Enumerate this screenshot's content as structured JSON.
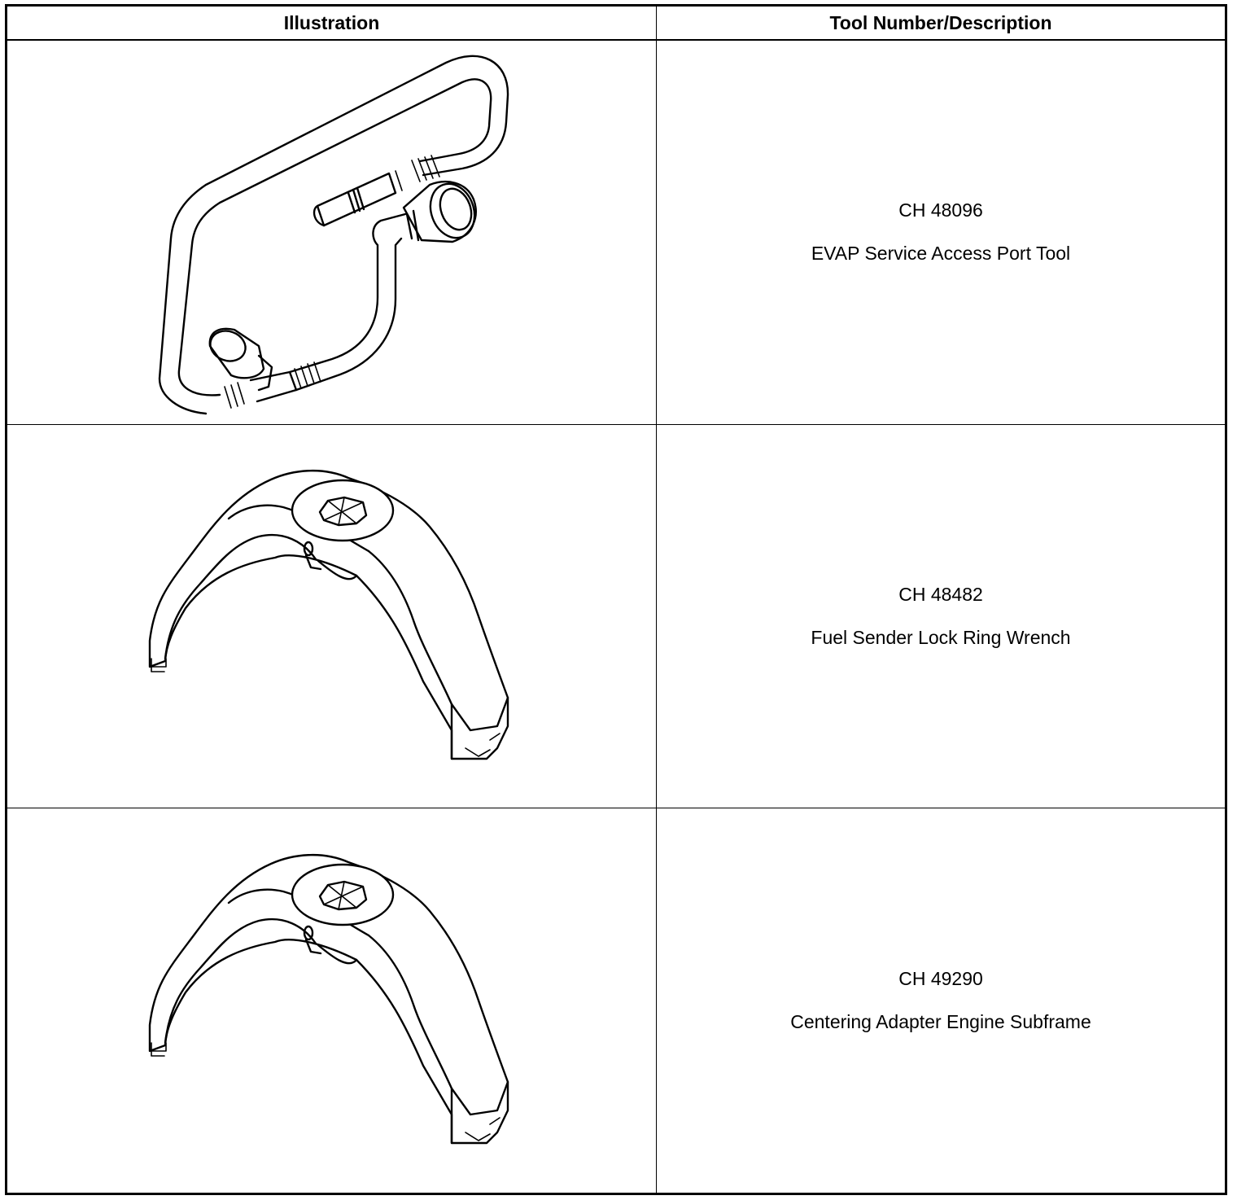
{
  "table": {
    "headers": {
      "illustration": "Illustration",
      "tool": "Tool Number/Description"
    },
    "rows": [
      {
        "tool_number": "CH 48096",
        "description": "EVAP Service Access Port Tool",
        "illustration_icon": "evap-hose-tool-icon"
      },
      {
        "tool_number": "CH 48482",
        "description": "Fuel Sender Lock Ring Wrench",
        "illustration_icon": "lock-ring-wrench-icon"
      },
      {
        "tool_number": "CH 49290",
        "description": "Centering Adapter Engine Subframe",
        "illustration_icon": "lock-ring-wrench-icon"
      }
    ]
  }
}
